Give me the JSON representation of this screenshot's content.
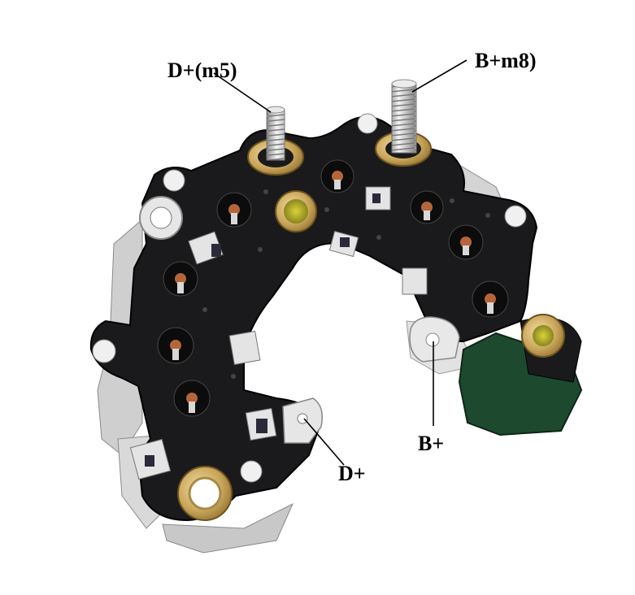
{
  "labels": {
    "d_plus_m5": "D+(m5)",
    "b_plus_m8": "B+m8)",
    "b_plus": "B+",
    "d_plus": "D+"
  },
  "colors": {
    "board": "#1a1a1c",
    "brass": "#c8a95a",
    "steel": "#d8d8d8",
    "green_insulator": "#1e4a30",
    "lead_copper": "#b5653a"
  }
}
